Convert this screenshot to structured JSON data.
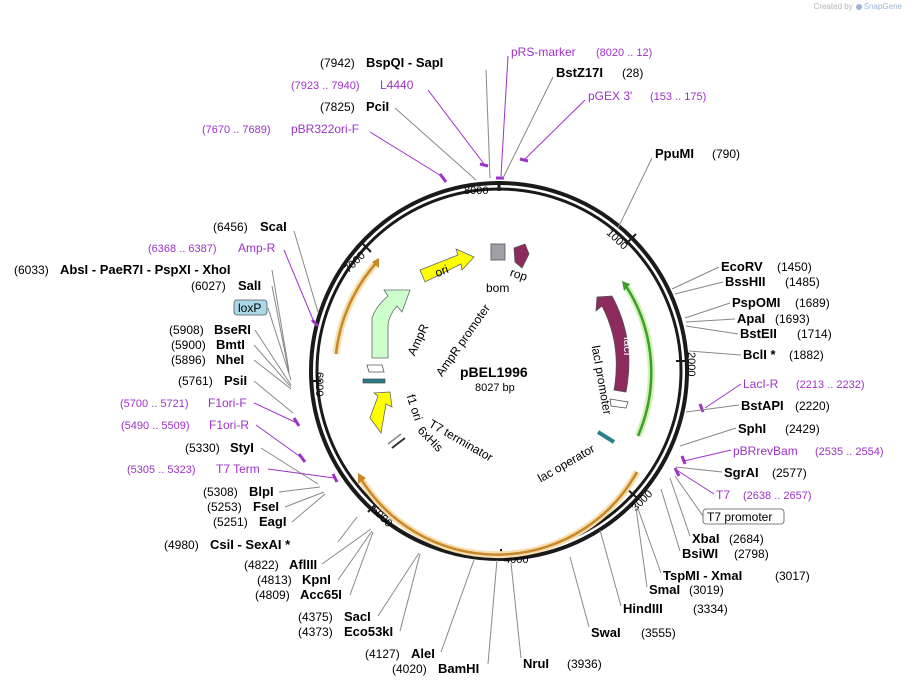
{
  "credit": {
    "prefix": "Created by",
    "brand": "SnapGene"
  },
  "plasmid": {
    "name": "pBEL1996",
    "size": "8027 bp"
  },
  "colors": {
    "backbone": "#1a1a1a",
    "feature_label": "#9e32c8",
    "site_label": "#000000",
    "lacI": "#8e2a5e",
    "ori": "#ffff00",
    "AmpR": "#ccffcc",
    "f1ori": "#ffff00",
    "orf_orange": "#c8872a",
    "orf_green": "#3aa02a"
  },
  "scale_ticks": [
    "1000",
    "2000",
    "3000",
    "4000",
    "5000",
    "6000",
    "7000",
    "8000"
  ],
  "enzymes_right": [
    {
      "name": "PpuMI",
      "pos": "(790)"
    },
    {
      "name": "EcoRV",
      "pos": "(1450)"
    },
    {
      "name": "BssHII",
      "pos": "(1485)"
    },
    {
      "name": "PspOMI",
      "pos": "(1689)"
    },
    {
      "name": "ApaI",
      "pos": "(1693)"
    },
    {
      "name": "BstEII",
      "pos": "(1714)"
    },
    {
      "name": "BclI *",
      "pos": "(1882)"
    },
    {
      "name": "BstAPI",
      "pos": "(2220)"
    },
    {
      "name": "SphI",
      "pos": "(2429)"
    },
    {
      "name": "SgrAI",
      "pos": "(2577)"
    },
    {
      "name": "XbaI",
      "pos": "(2684)"
    },
    {
      "name": "BsiWI",
      "pos": "(2798)"
    },
    {
      "name": "TspMI  -  XmaI",
      "pos": "(3017)"
    },
    {
      "name": "SmaI",
      "pos": "(3019)"
    },
    {
      "name": "HindIII",
      "pos": "(3334)"
    },
    {
      "name": "SwaI",
      "pos": "(3555)"
    },
    {
      "name": "NruI",
      "pos": "(3936)"
    }
  ],
  "enzymes_top": [
    {
      "name": "BspQI  -  SapI",
      "pos": "(7942)"
    },
    {
      "name": "BstZ17I",
      "pos": "(28)"
    },
    {
      "name": "PciI",
      "pos": "(7825)"
    }
  ],
  "enzymes_left": [
    {
      "name": "ScaI",
      "pos": "(6456)"
    },
    {
      "name": "AbsI  -  PaeR7I  -  PspXI  -  XhoI",
      "pos": "(6033)"
    },
    {
      "name": "SalI",
      "pos": "(6027)"
    },
    {
      "name": "BseRI",
      "pos": "(5908)"
    },
    {
      "name": "BmtI",
      "pos": "(5900)"
    },
    {
      "name": "NheI",
      "pos": "(5896)"
    },
    {
      "name": "PsiI",
      "pos": "(5761)"
    },
    {
      "name": "StyI",
      "pos": "(5330)"
    },
    {
      "name": "BlpI",
      "pos": "(5308)"
    },
    {
      "name": "FseI",
      "pos": "(5253)"
    },
    {
      "name": "EagI",
      "pos": "(5251)"
    },
    {
      "name": "CsiI  -  SexAI *",
      "pos": "(4980)"
    },
    {
      "name": "AflIII",
      "pos": "(4822)"
    },
    {
      "name": "KpnI",
      "pos": "(4813)"
    },
    {
      "name": "Acc65I",
      "pos": "(4809)"
    },
    {
      "name": "SacI",
      "pos": "(4375)"
    },
    {
      "name": "Eco53kI",
      "pos": "(4373)"
    },
    {
      "name": "AleI",
      "pos": "(4127)"
    },
    {
      "name": "BamHI",
      "pos": "(4020)"
    }
  ],
  "primers": [
    {
      "name": "pRS-marker",
      "range": "(8020 .. 12)"
    },
    {
      "name": "L4440",
      "range": "(7923 .. 7940)"
    },
    {
      "name": "pGEX 3'",
      "range": "(153 .. 175)"
    },
    {
      "name": "pBR322ori-F",
      "range": "(7670 .. 7689)"
    },
    {
      "name": "Amp-R",
      "range": "(6368 .. 6387)"
    },
    {
      "name": "F1ori-F",
      "range": "(5700 .. 5721)"
    },
    {
      "name": "F1ori-R",
      "range": "(5490 .. 5509)"
    },
    {
      "name": "T7 Term",
      "range": "(5305 .. 5323)"
    },
    {
      "name": "LacI-R",
      "range": "(2213 .. 2232)"
    },
    {
      "name": "pBRrevBam",
      "range": "(2535 .. 2554)"
    },
    {
      "name": "T7",
      "range": "(2638 .. 2657)"
    }
  ],
  "boxed_features": {
    "loxP": "loxP",
    "t7_promoter": "T7 promoter"
  },
  "inner_labels": {
    "ori": "ori",
    "bom": "bom",
    "rop": "rop",
    "lacI": "lacI",
    "lacI_promoter": "lacI promoter",
    "AmpR": "AmpR",
    "AmpR_promoter": "AmpR promoter",
    "f1_ori": "f1 ori",
    "T7_terminator": "T7 terminator",
    "sixHis": "6xHis",
    "lac_operator": "lac operator"
  }
}
